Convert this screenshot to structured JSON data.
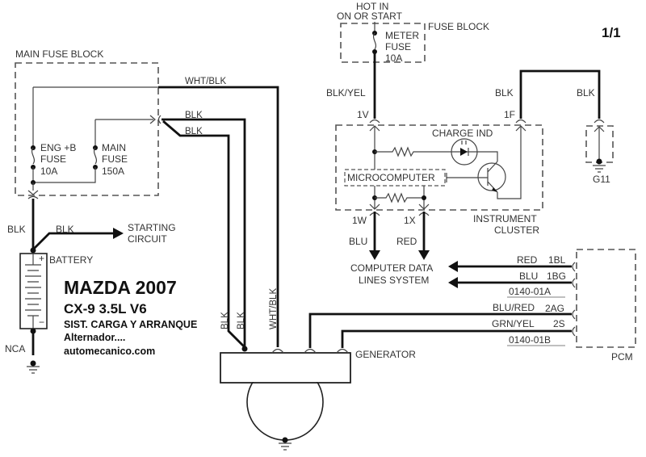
{
  "page_number": "1/1",
  "title": {
    "make_year": "MAZDA 2007",
    "model": "CX-9  3.5L  V6",
    "system": "SIST. CARGA Y ARRANQUE",
    "subtitle": "Alternador....",
    "website": "automecanico.com"
  },
  "main_fuse_block": {
    "label": "MAIN FUSE BLOCK",
    "eng_fuse": [
      "ENG +B",
      "FUSE",
      "10A"
    ],
    "main_fuse": [
      "MAIN",
      "FUSE",
      "150A"
    ]
  },
  "fuse_block": {
    "hot_in": [
      "HOT IN",
      "ON OR START"
    ],
    "label": "FUSE BLOCK",
    "meter_fuse": [
      "METER",
      "FUSE",
      "10A"
    ]
  },
  "wires": {
    "wht_blk": "WHT/BLK",
    "blk_1": "BLK",
    "blk_2": "BLK",
    "blk_battery": "BLK",
    "blk_starting": "BLK",
    "blk_yel": "BLK/YEL",
    "blk_1f": "BLK",
    "blk_g11": "BLK",
    "blu": "BLU",
    "red": "RED",
    "gen_blk_1": "BLK",
    "gen_blk_2": "BLK",
    "gen_wht_blk": "WHT/BLK"
  },
  "starting_circuit": [
    "STARTING",
    "CIRCUIT"
  ],
  "battery": {
    "label": "BATTERY",
    "plus": "+",
    "minus": "−",
    "ground_label": "NCA"
  },
  "instrument_cluster": {
    "label": [
      "INSTRUMENT",
      "CLUSTER"
    ],
    "charge_ind": "CHARGE IND",
    "microcomputer": "MICROCOMPUTER",
    "pins": {
      "v": "1V",
      "f": "1F",
      "w": "1W",
      "x": "1X"
    }
  },
  "ground": {
    "label": "G11"
  },
  "computer_data": [
    "COMPUTER DATA",
    "LINES SYSTEM"
  ],
  "pcm": {
    "label": "PCM",
    "lines": [
      {
        "color": "RED",
        "pin": "1BL"
      },
      {
        "color": "BLU",
        "pin": "1BG"
      },
      {
        "color": "BLU/RED",
        "pin": "2AG"
      },
      {
        "color": "GRN/YEL",
        "pin": "2S"
      }
    ],
    "connector_a": "0140-01A",
    "connector_b": "0140-01B"
  },
  "generator": {
    "label": "GENERATOR"
  }
}
